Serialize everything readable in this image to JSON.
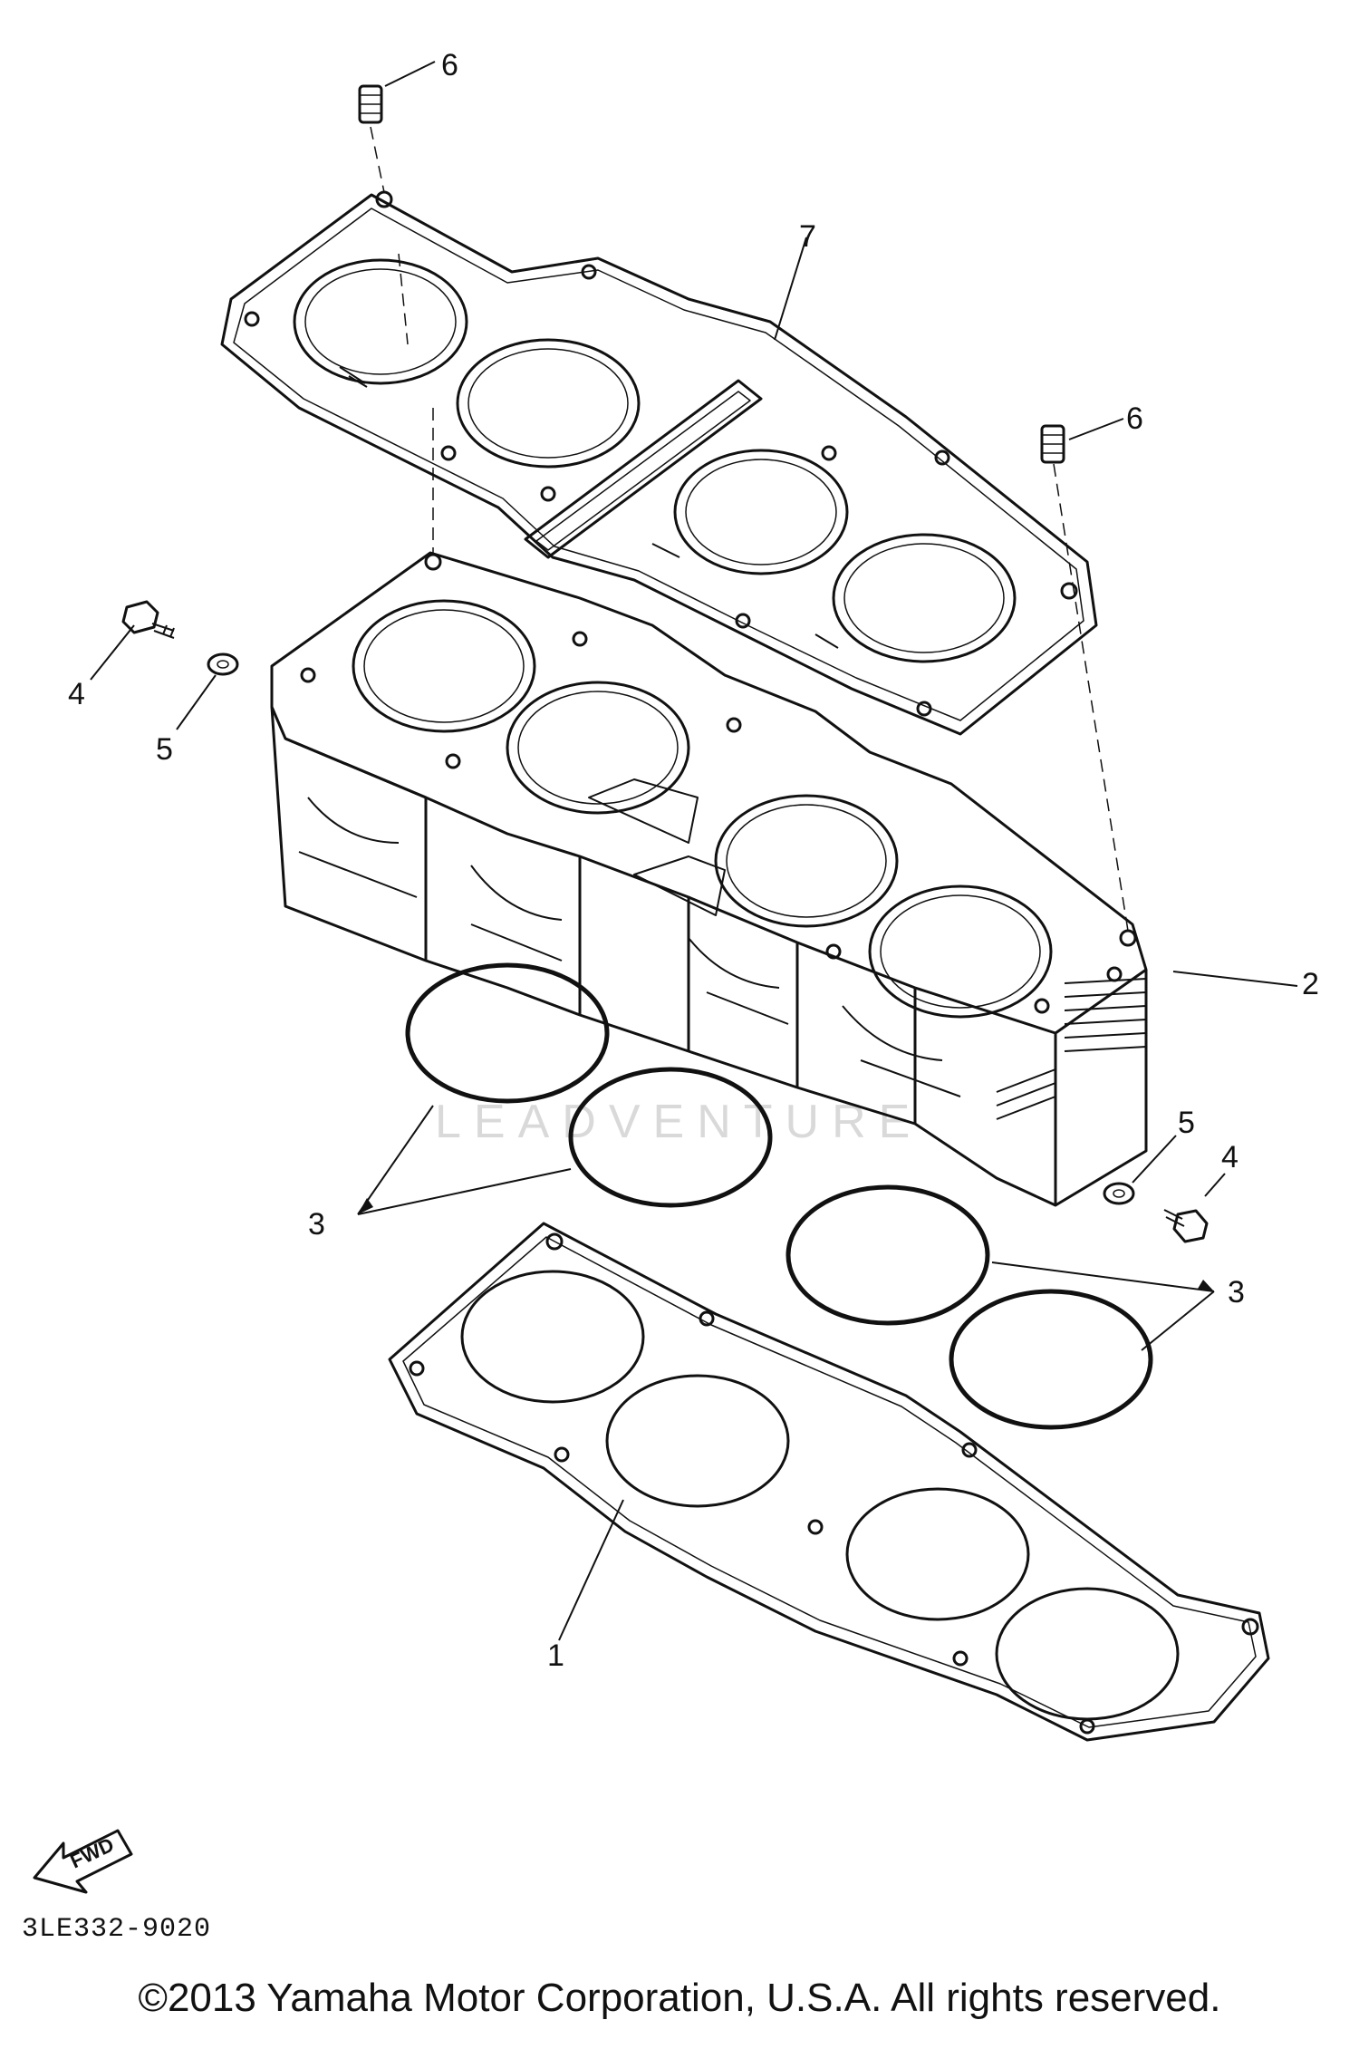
{
  "callouts": {
    "c1": "1",
    "c2": "2",
    "c3a": "3",
    "c3b": "3",
    "c4a": "4",
    "c4b": "4",
    "c5a": "5",
    "c5b": "5",
    "c6a": "6",
    "c6b": "6",
    "c7": "7"
  },
  "fwd_label": "FWD",
  "part_number": "3LE332-9020",
  "copyright": "©2013 Yamaha Motor Corporation, U.S.A. All rights reserved.",
  "watermark": "LEADVENTURE"
}
